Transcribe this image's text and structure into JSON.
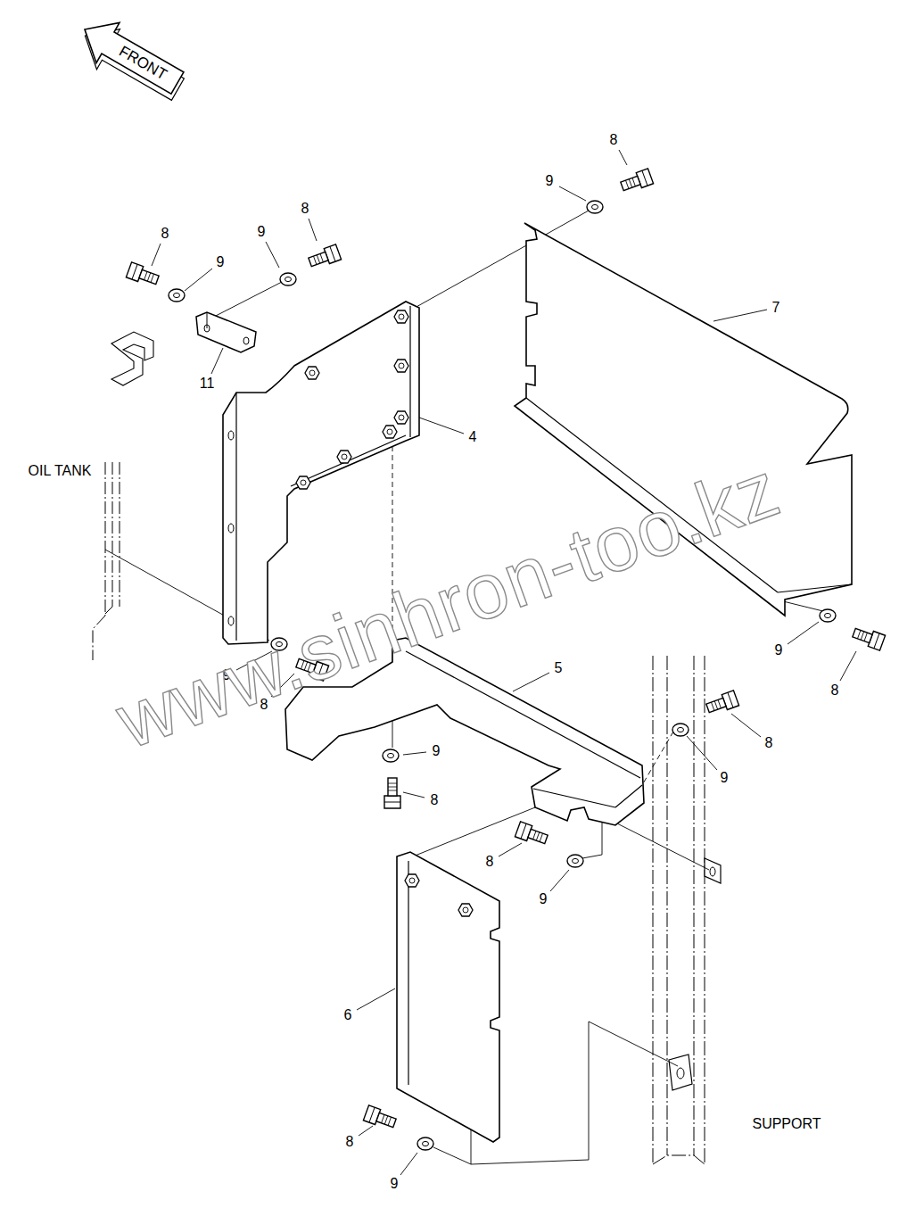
{
  "diagram": {
    "labels": [
      "FRONT",
      "8",
      "9",
      "8",
      "8",
      "9",
      "9",
      "7",
      "11",
      "4",
      "OIL TANK",
      "9",
      "8",
      "5",
      "9",
      "8",
      "8",
      "9",
      "9",
      "8",
      "8",
      "9",
      "6",
      "SUPPORT",
      "8",
      "9",
      "www.sinhron-too.kz"
    ]
  }
}
